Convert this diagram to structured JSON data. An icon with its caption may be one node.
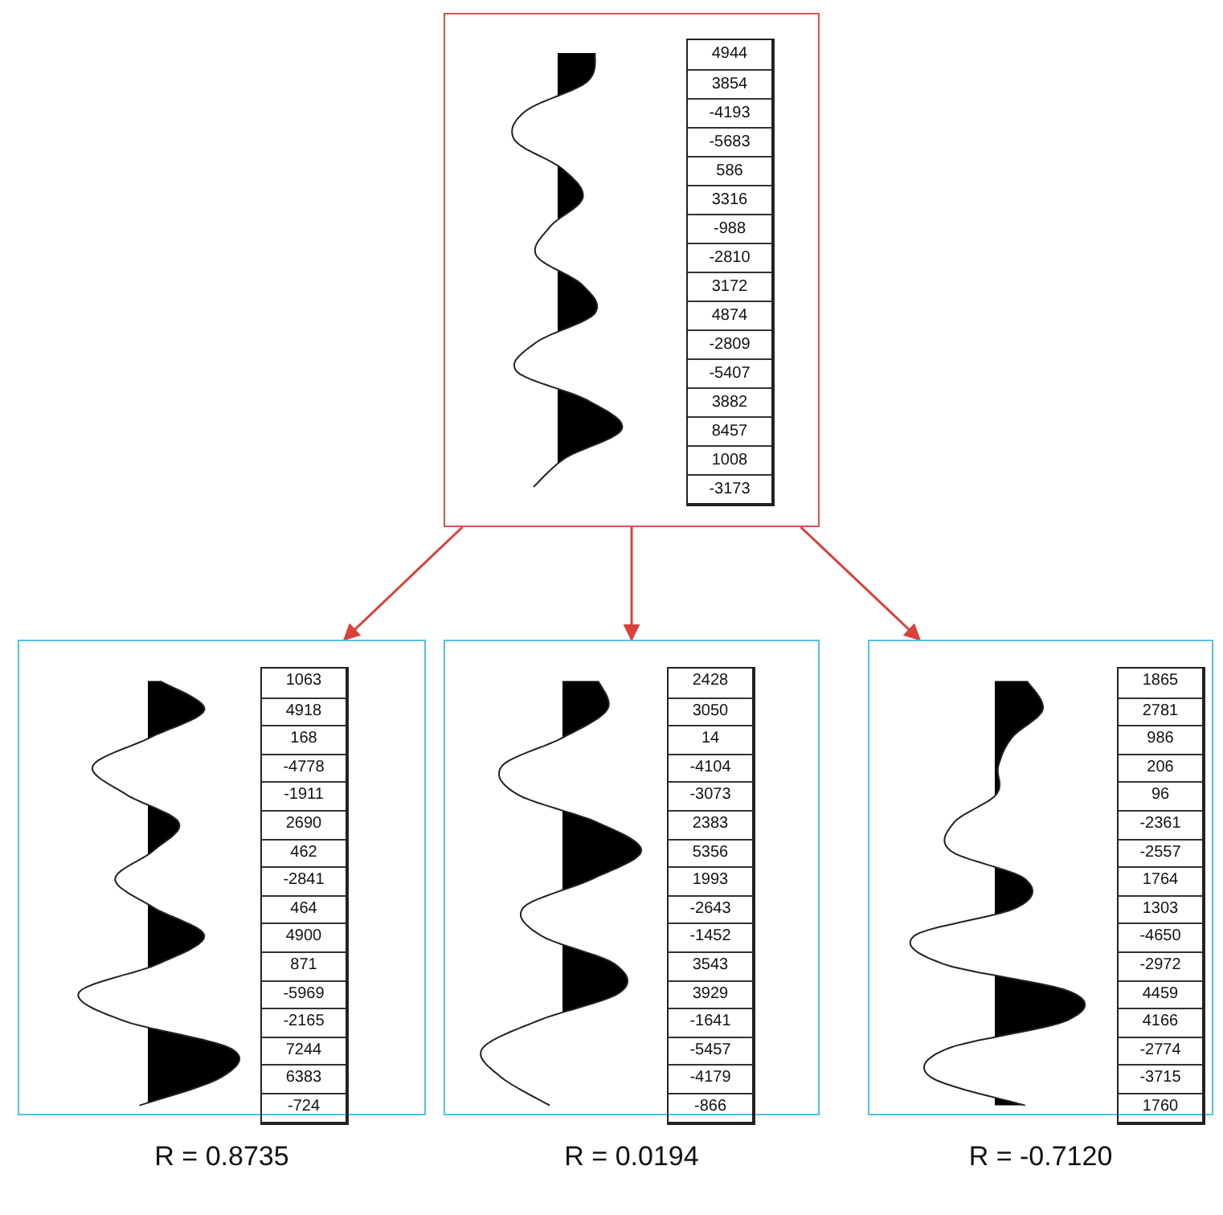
{
  "diagram": {
    "nodes": [
      {
        "text": [
          "4944",
          "3854",
          "-4193",
          "-5683",
          "586",
          "3316",
          "-988",
          "-2810",
          "3172",
          "4874",
          "-2809",
          "-5407",
          "3882",
          "8457",
          "1008",
          "-3173"
        ]
      },
      {
        "text": [
          "1063",
          "4918",
          "168",
          "-4778",
          "-1911",
          "2690",
          "462",
          "-2841",
          "464",
          "4900",
          "871",
          "-5969",
          "-2165",
          "7244",
          "6383",
          "-724"
        ],
        "beside": [
          "R = 0.8735"
        ]
      },
      {
        "text": [
          "2428",
          "3050",
          "14",
          "-4104",
          "-3073",
          "2383",
          "5356",
          "1993",
          "-2643",
          "-1452",
          "3543",
          "3929",
          "-1641",
          "-5457",
          "-4179",
          "-866"
        ],
        "beside": [
          "R = 0.0194"
        ]
      },
      {
        "text": [
          "1865",
          "2781",
          "986",
          "206",
          "96",
          "-2361",
          "-2557",
          "1764",
          "1303",
          "-4650",
          "-2972",
          "4459",
          "4166",
          "-2774",
          "-3715",
          "1760"
        ],
        "beside": [
          "R = -0.7120"
        ]
      }
    ],
    "edges": [
      {
        "from": 0,
        "to": 1,
        "arrow": "to"
      },
      {
        "from": 0,
        "to": 2,
        "arrow": "to"
      },
      {
        "from": 0,
        "to": 3,
        "arrow": "to"
      }
    ]
  }
}
